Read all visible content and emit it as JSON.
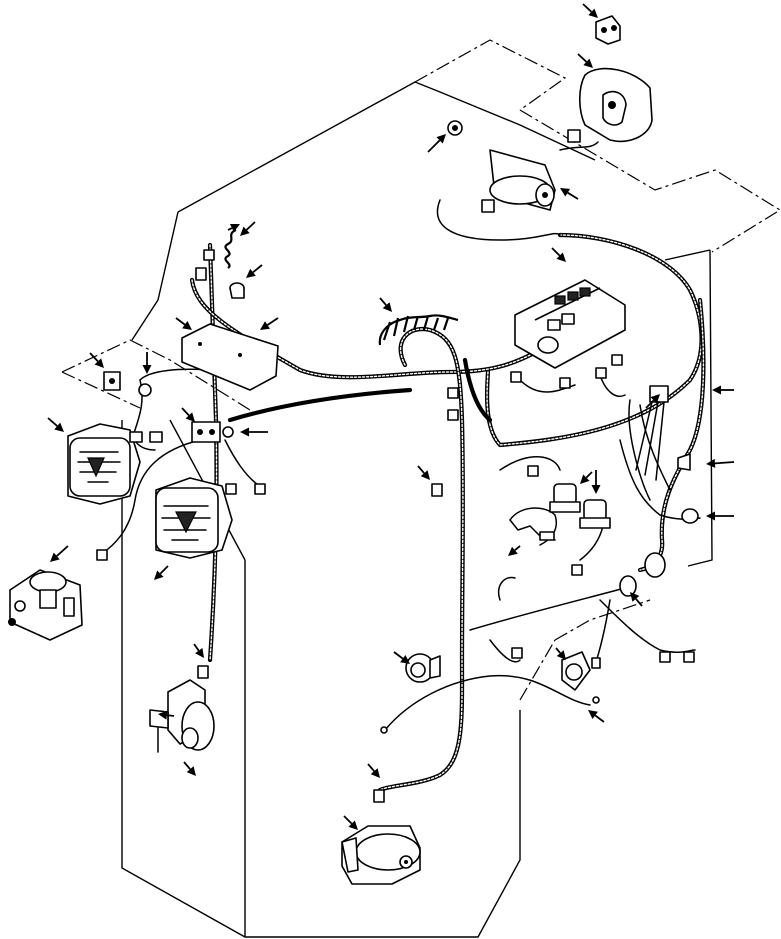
{
  "diagram": {
    "type": "exploded wiring harness parts illustration",
    "background": "#ffffff",
    "line_color": "#000000",
    "callout_arrow_count": 40
  },
  "components": [
    {
      "id": "clip-bracket-top",
      "icon": "clip-icon"
    },
    {
      "id": "rear-cover",
      "icon": "cover-icon"
    },
    {
      "id": "grommet-top",
      "icon": "grommet-icon"
    },
    {
      "id": "wiper-motor-upper",
      "icon": "motor-icon"
    },
    {
      "id": "coiled-cord-upper",
      "icon": "coil-icon"
    },
    {
      "id": "bulb-socket",
      "icon": "socket-icon"
    },
    {
      "id": "relay-panel",
      "icon": "relay-panel-icon"
    },
    {
      "id": "coiled-cord-center",
      "icon": "coil-icon"
    },
    {
      "id": "work-lamp-left",
      "icon": "lamp-icon"
    },
    {
      "id": "work-lamp-center",
      "icon": "lamp-icon"
    },
    {
      "id": "switch-left",
      "icon": "switch-icon"
    },
    {
      "id": "solenoid-lower",
      "icon": "solenoid-icon"
    },
    {
      "id": "horn",
      "icon": "horn-icon"
    },
    {
      "id": "pressure-switch",
      "icon": "sensor-icon"
    },
    {
      "id": "flasher-units",
      "icon": "relay-icon"
    },
    {
      "id": "motor-bottom",
      "icon": "motor-icon"
    }
  ]
}
